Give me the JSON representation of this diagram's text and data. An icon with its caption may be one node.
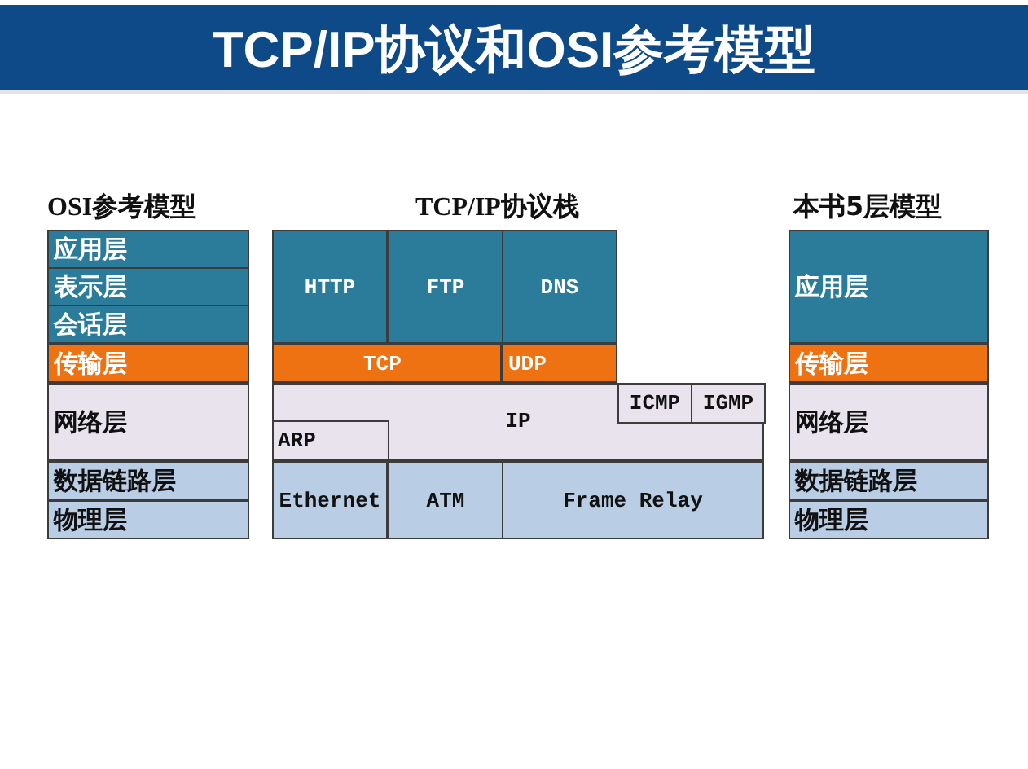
{
  "diagram": {
    "title": "TCP/IP协议和OSI参考模型",
    "nodes": [
      {
        "text": [
          "应用层"
        ]
      },
      {
        "text": [
          "表示层"
        ]
      },
      {
        "text": [
          "会话层"
        ]
      },
      {
        "text": [
          "传输层"
        ]
      },
      {
        "text": [
          "网络层"
        ]
      },
      {
        "text": [
          "数据链路层"
        ]
      },
      {
        "text": [
          "物理层"
        ]
      },
      {
        "text": [
          "HTTP"
        ]
      },
      {
        "text": [
          "FTP"
        ]
      },
      {
        "text": [
          "DNS"
        ]
      },
      {
        "text": [
          "TCP"
        ]
      },
      {
        "text": [
          "UDP"
        ]
      },
      {
        "text": [
          "IP"
        ]
      },
      {
        "text": [
          "ICMP"
        ],
        "in": 12
      },
      {
        "text": [
          "IGMP"
        ],
        "in": 12
      },
      {
        "text": [
          "ARP"
        ],
        "in": 12
      },
      {
        "text": [
          "Ethernet"
        ]
      },
      {
        "text": [
          "ATM"
        ]
      },
      {
        "text": [
          "Frame Relay"
        ]
      },
      {
        "text": [
          "应用层"
        ]
      },
      {
        "text": [
          "传输层"
        ]
      },
      {
        "text": [
          "网络层"
        ]
      },
      {
        "text": [
          "数据链路层"
        ]
      },
      {
        "text": [
          "物理层"
        ]
      }
    ],
    "labels": [
      "OSI参考模型",
      "TCP/IP协议栈",
      "本书5层模型"
    ]
  }
}
